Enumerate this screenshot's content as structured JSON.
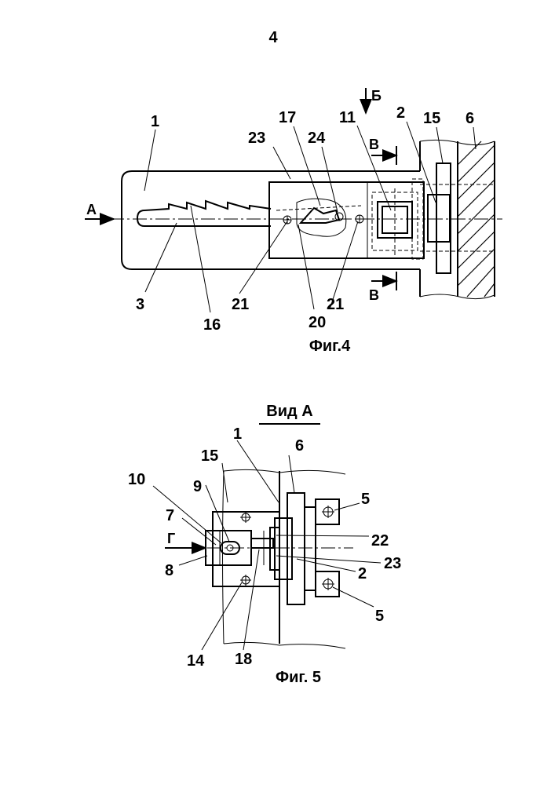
{
  "page_number": "4",
  "fig4": {
    "caption": "Фиг.4",
    "labels": {
      "l1": "1",
      "l2": "2",
      "l3": "3",
      "l6": "6",
      "l11": "11",
      "l15": "15",
      "l16": "16",
      "l17": "17",
      "l20": "20",
      "l21a": "21",
      "l21b": "21",
      "l23": "23",
      "l24": "24"
    },
    "view_marks": {
      "a": "А",
      "b": "Б",
      "v_top": "В",
      "v_bottom": "В"
    }
  },
  "fig5": {
    "title": "Вид А",
    "caption": "Фиг. 5",
    "labels": {
      "l1": "1",
      "l2": "2",
      "l5a": "5",
      "l5b": "5",
      "l6": "6",
      "l7": "7",
      "l8": "8",
      "l9": "9",
      "l10": "10",
      "l14": "14",
      "l15": "15",
      "l18": "18",
      "l22": "22",
      "l23": "23"
    },
    "view_marks": {
      "g": "Г"
    }
  }
}
